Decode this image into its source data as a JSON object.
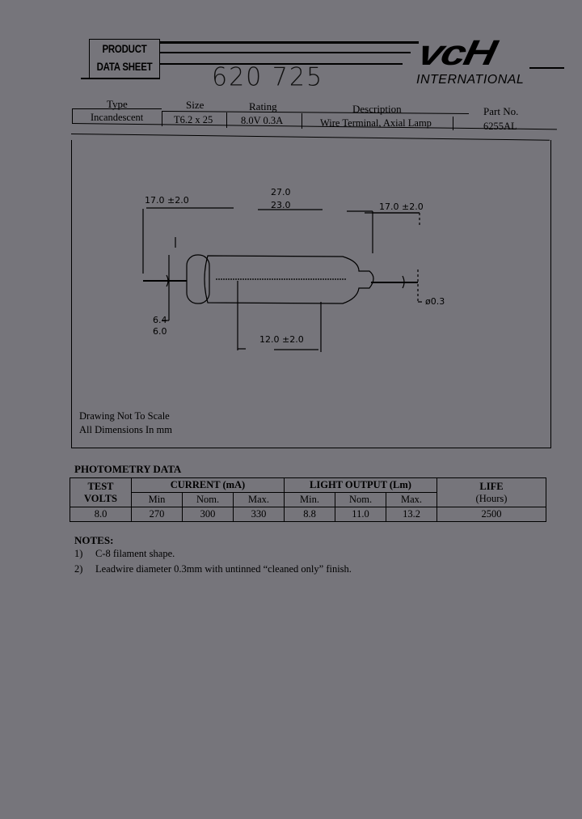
{
  "header": {
    "box_line1": "PRODUCT",
    "box_line2": "DATA SHEET",
    "handwritten_number": "620 725",
    "brand_logo": "vcH",
    "brand_sub": "INTERNATIONAL"
  },
  "spec_table": {
    "headers": [
      "Type",
      "Size",
      "Rating",
      "Description",
      "Part No."
    ],
    "values": [
      "Incandescent",
      "T6.2 x 25",
      "8.0V 0.3A",
      "Wire Terminal, Axial Lamp",
      "6255AL"
    ]
  },
  "drawing": {
    "dimensions": {
      "lead_left": "17.0 ±2.0",
      "overall_max": "27.0",
      "overall_min": "23.0",
      "lead_right": "17.0 ±2.0",
      "diameter_max": "6.4",
      "diameter_min": "6.0",
      "filament_length": "12.0 ±2.0",
      "lead_diameter": "ø0.3"
    },
    "note_line1": "Drawing Not To Scale",
    "note_line2": "All Dimensions In mm"
  },
  "photometry": {
    "title": "PHOTOMETRY DATA",
    "test_volts_label1": "TEST",
    "test_volts_label2": "VOLTS",
    "current_label": "CURRENT (mA)",
    "light_label": "LIGHT OUTPUT (Lm)",
    "life_label1": "LIFE",
    "life_label2": "(Hours)",
    "subheaders": [
      "Min",
      "Nom.",
      "Max.",
      "Min.",
      "Nom.",
      "Max."
    ],
    "row": {
      "test_volts": "8.0",
      "current_min": "270",
      "current_nom": "300",
      "current_max": "330",
      "light_min": "8.8",
      "light_nom": "11.0",
      "light_max": "13.2",
      "life": "2500"
    }
  },
  "notes": {
    "title": "NOTES:",
    "items": [
      {
        "num": "1)",
        "text": "C-8 filament shape."
      },
      {
        "num": "2)",
        "text": "Leadwire diameter 0.3mm with untinned “cleaned only” finish."
      }
    ]
  }
}
